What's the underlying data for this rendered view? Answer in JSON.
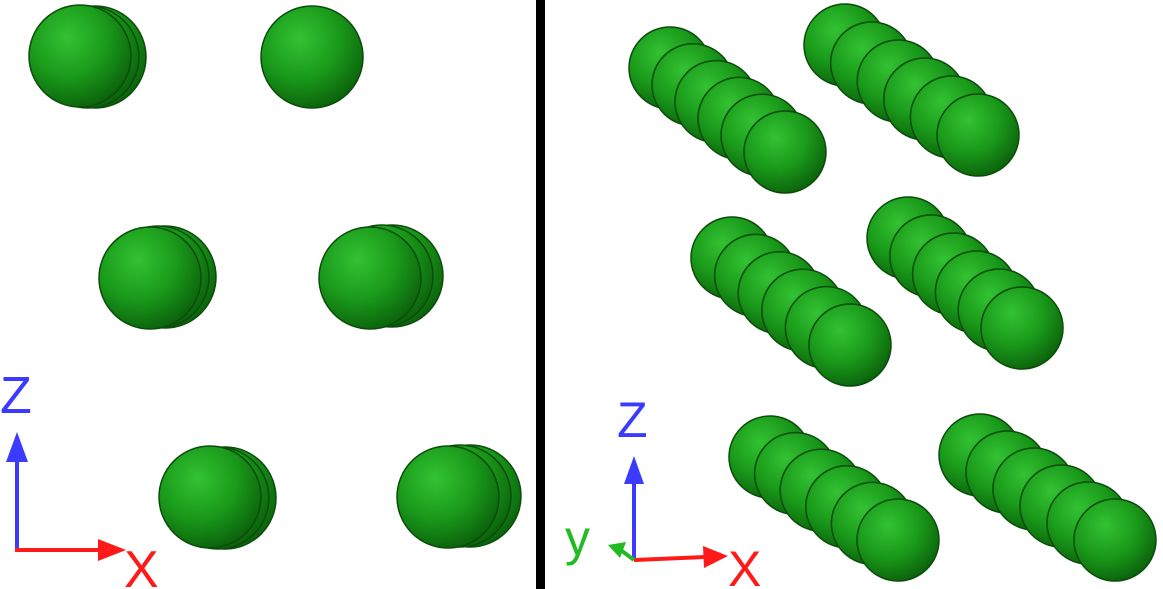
{
  "left_panel": {
    "axes": {
      "z_label": "Z",
      "x_label": "X",
      "z_color": "#3b3bff",
      "x_color": "#ff1a1a"
    }
  },
  "right_panel": {
    "axes": {
      "z_label": "Z",
      "x_label": "X",
      "y_label": "y",
      "z_color": "#3b3bff",
      "x_color": "#ff1a1a",
      "y_color": "#22bb22"
    }
  },
  "divider_color": "#000000",
  "atom_color": "#1e9a1e"
}
